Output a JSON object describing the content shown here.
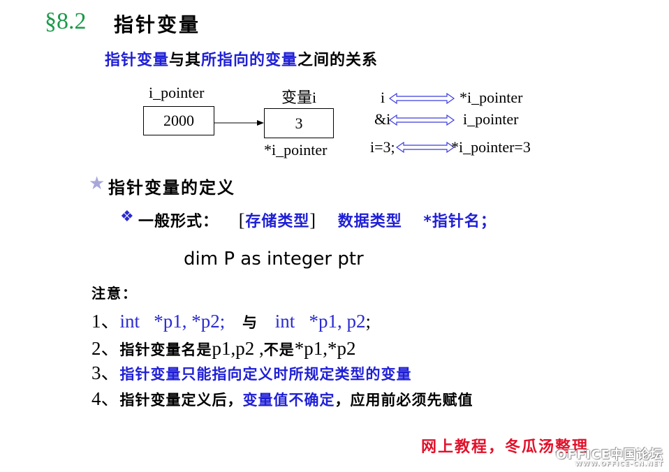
{
  "title": {
    "section": "§8.2",
    "text": "指针变量"
  },
  "subtitle": {
    "part1": "指针变量",
    "part2": "与其",
    "part3": "所指向的变量",
    "part4": "之间的关系"
  },
  "diagram": {
    "pointer_label": "i_pointer",
    "pointer_value": "2000",
    "var_label": "变量i",
    "var_value": "3",
    "deref_label": "*i_pointer",
    "relations": [
      {
        "left": "i",
        "right": "*i_pointer"
      },
      {
        "left": "&i",
        "right": "i_pointer"
      },
      {
        "left": "i=3;",
        "right": "*i_pointer=3"
      }
    ]
  },
  "definition": {
    "star": "★",
    "title": "指针变量的定义"
  },
  "general_form": {
    "diamond": "❖",
    "label": "一般形式：",
    "open_bracket": "[",
    "storage": "存储类型",
    "close_bracket": "]",
    "datatype": "数据类型",
    "asterisk": "*",
    "name": "指针名；"
  },
  "code": "dim P as integer ptr",
  "notes": {
    "title": "注意：",
    "items": [
      {
        "num": "1、",
        "a": "int   *p1, *p2;",
        "mid": "与",
        "b": "int   *p1, p2",
        "end": ";"
      },
      {
        "num": "2、",
        "a": "指针变量名是",
        "b": "p1,p2 ,",
        "c": "不是",
        "d": "*p1,*p2"
      },
      {
        "num": "3、",
        "a": "指针变量只能指向定义时所规定类型的变量"
      },
      {
        "num": "4、",
        "a": "指针变量定义后，",
        "b": "变量值不确定",
        "c": "，应用前必须先赋值"
      }
    ]
  },
  "footer": "网上教程，冬瓜汤整理",
  "watermark": {
    "top": "OFFICE中国论坛",
    "bottom": "WWW.OFFICE-CN.NET"
  }
}
